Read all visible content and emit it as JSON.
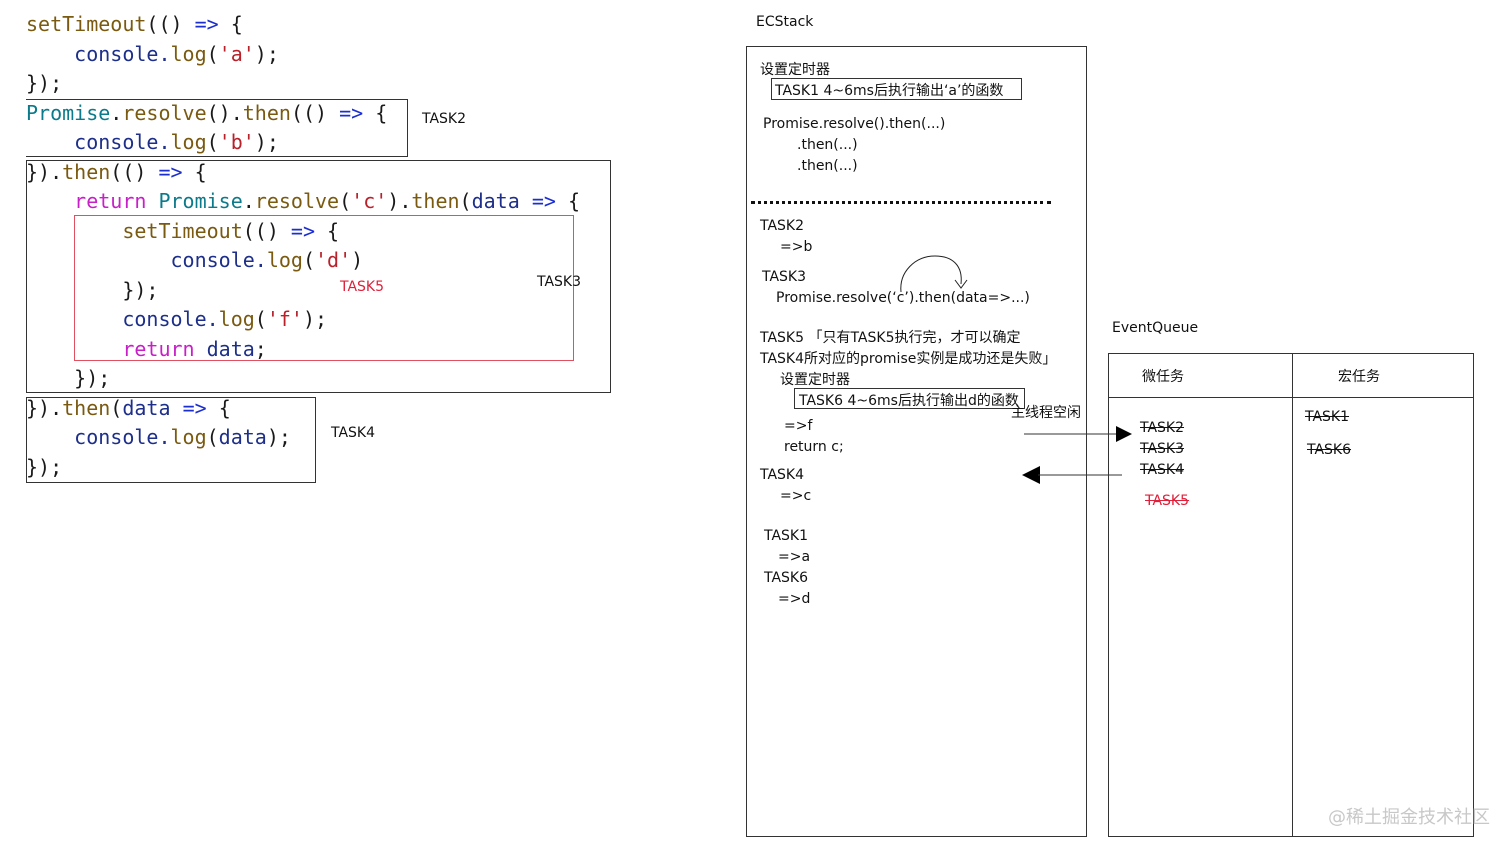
{
  "code_lines": [
    [
      {
        "t": "setTimeout",
        "c": "call"
      },
      {
        "t": "(() ",
        "c": ""
      },
      {
        "t": "=>",
        "c": "arrow"
      },
      {
        "t": " {",
        "c": ""
      }
    ],
    [
      {
        "t": "    console.",
        "c": "var"
      },
      {
        "t": "log",
        "c": "call"
      },
      {
        "t": "(",
        "c": ""
      },
      {
        "t": "'a'",
        "c": "str"
      },
      {
        "t": ");",
        "c": ""
      }
    ],
    [
      {
        "t": "});",
        "c": ""
      }
    ],
    [
      {
        "t": "Promise",
        "c": "obj"
      },
      {
        "t": ".",
        "c": ""
      },
      {
        "t": "resolve",
        "c": "call"
      },
      {
        "t": "().",
        "c": ""
      },
      {
        "t": "then",
        "c": "call"
      },
      {
        "t": "(() ",
        "c": ""
      },
      {
        "t": "=>",
        "c": "arrow"
      },
      {
        "t": " {",
        "c": ""
      }
    ],
    [
      {
        "t": "    console.",
        "c": "var"
      },
      {
        "t": "log",
        "c": "call"
      },
      {
        "t": "(",
        "c": ""
      },
      {
        "t": "'b'",
        "c": "str"
      },
      {
        "t": ");",
        "c": ""
      }
    ],
    [
      {
        "t": "}).",
        "c": ""
      },
      {
        "t": "then",
        "c": "call"
      },
      {
        "t": "(() ",
        "c": ""
      },
      {
        "t": "=>",
        "c": "arrow"
      },
      {
        "t": " {",
        "c": ""
      }
    ],
    [
      {
        "t": "    ",
        "c": ""
      },
      {
        "t": "return",
        "c": "ret"
      },
      {
        "t": " ",
        "c": ""
      },
      {
        "t": "Promise",
        "c": "obj"
      },
      {
        "t": ".",
        "c": ""
      },
      {
        "t": "resolve",
        "c": "call"
      },
      {
        "t": "(",
        "c": ""
      },
      {
        "t": "'c'",
        "c": "str"
      },
      {
        "t": ").",
        "c": ""
      },
      {
        "t": "then",
        "c": "call"
      },
      {
        "t": "(",
        "c": ""
      },
      {
        "t": "data",
        "c": "var"
      },
      {
        "t": " ",
        "c": ""
      },
      {
        "t": "=>",
        "c": "arrow"
      },
      {
        "t": " {",
        "c": ""
      }
    ],
    [
      {
        "t": "        ",
        "c": ""
      },
      {
        "t": "setTimeout",
        "c": "call"
      },
      {
        "t": "(() ",
        "c": ""
      },
      {
        "t": "=>",
        "c": "arrow"
      },
      {
        "t": " {",
        "c": ""
      }
    ],
    [
      {
        "t": "            console.",
        "c": "var"
      },
      {
        "t": "log",
        "c": "call"
      },
      {
        "t": "(",
        "c": ""
      },
      {
        "t": "'d'",
        "c": "str"
      },
      {
        "t": ")",
        "c": ""
      }
    ],
    [
      {
        "t": "        });",
        "c": ""
      }
    ],
    [
      {
        "t": "        console.",
        "c": "var"
      },
      {
        "t": "log",
        "c": "call"
      },
      {
        "t": "(",
        "c": ""
      },
      {
        "t": "'f'",
        "c": "str"
      },
      {
        "t": ");",
        "c": ""
      }
    ],
    [
      {
        "t": "        ",
        "c": ""
      },
      {
        "t": "return",
        "c": "ret"
      },
      {
        "t": " ",
        "c": ""
      },
      {
        "t": "data",
        "c": "var"
      },
      {
        "t": ";",
        "c": ""
      }
    ],
    [
      {
        "t": "    });",
        "c": ""
      }
    ],
    [
      {
        "t": "}).",
        "c": ""
      },
      {
        "t": "then",
        "c": "call"
      },
      {
        "t": "(",
        "c": ""
      },
      {
        "t": "data",
        "c": "var"
      },
      {
        "t": " ",
        "c": ""
      },
      {
        "t": "=>",
        "c": "arrow"
      },
      {
        "t": " {",
        "c": ""
      }
    ],
    [
      {
        "t": "    console.",
        "c": "var"
      },
      {
        "t": "log",
        "c": "call"
      },
      {
        "t": "(",
        "c": ""
      },
      {
        "t": "data",
        "c": "var"
      },
      {
        "t": ");",
        "c": ""
      }
    ],
    [
      {
        "t": "});",
        "c": ""
      }
    ]
  ],
  "code_labels": {
    "task2": "TASK2",
    "task3": "TASK3",
    "task4": "TASK4",
    "task5": "TASK5"
  },
  "ecstack": {
    "title": "ECStack",
    "set_timer": "设置定时器",
    "task1_box": "TASK1  4~6ms后执行输出‘a’的函数",
    "promise_line1": "Promise.resolve().then(...)",
    "promise_line2": ".then(...)",
    "promise_line3": ".then(...)",
    "task2": "TASK2",
    "task2_out": "=>b",
    "task3": "TASK3",
    "task3_line": "Promise.resolve(‘c’).then(data=>...)",
    "task5_line1": "TASK5 「只有TASK5执行完，才可以确定",
    "task5_line2": "TASK4所对应的promise实例是成功还是失败」",
    "set_timer2": "设置定时器",
    "task6_box": "TASK6  4~6ms后执行输出d的函数",
    "out_f": "=>f",
    "return_c": "return c;",
    "task4": "TASK4",
    "task4_out": "=>c",
    "task1": "TASK1",
    "task1_out": "=>a",
    "task6": "TASK6",
    "task6_out": "=>d"
  },
  "main_idle": "主线程空闲",
  "eventqueue": {
    "title": "EventQueue",
    "micro_header": "微任务",
    "macro_header": "宏任务",
    "micro_items": [
      "TASK2",
      "TASK3",
      "TASK4",
      "TASK5"
    ],
    "macro_items": [
      "TASK1",
      "TASK6"
    ]
  },
  "watermark": "@稀土掘金技术社区",
  "colors": {
    "red": "#e0203a",
    "call": "#7a5a10",
    "arrow": "#1b2fd0",
    "string": "#b8202a",
    "return": "#c81fc8",
    "object": "#0b7a8a"
  }
}
